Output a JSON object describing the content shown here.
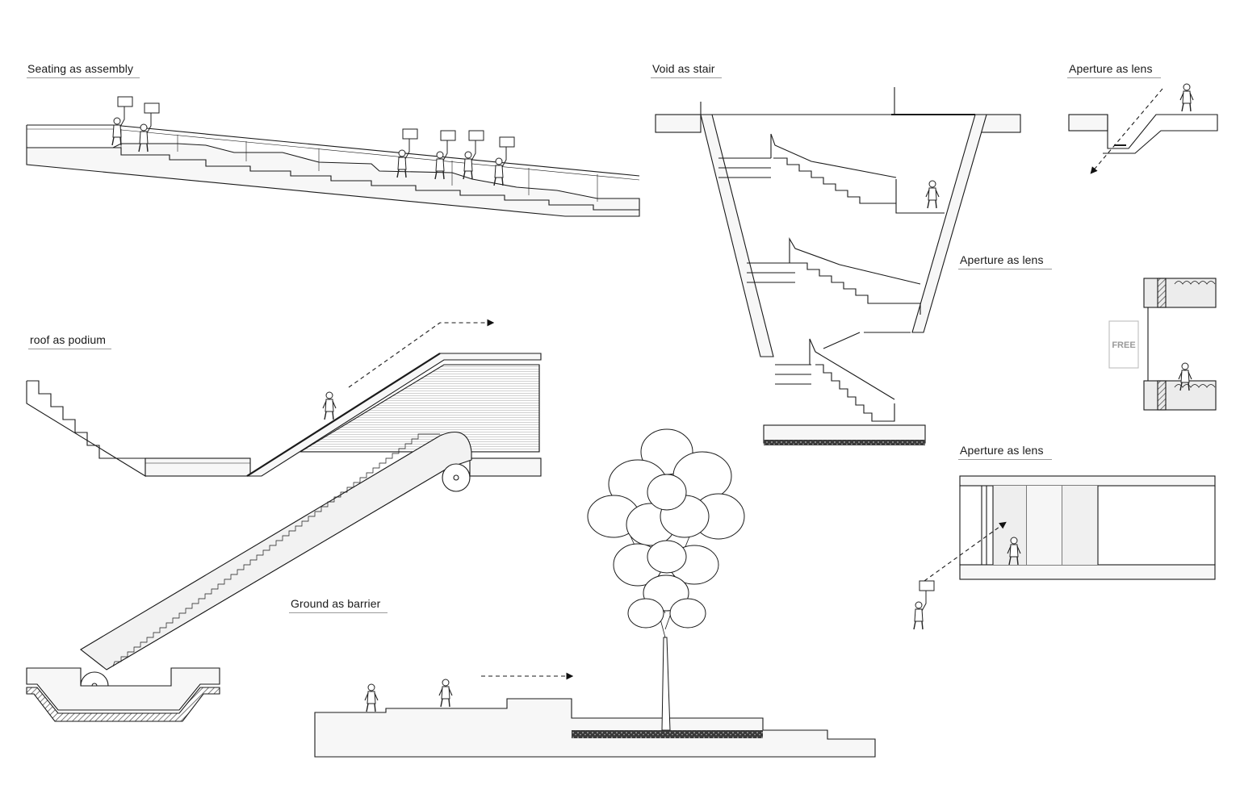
{
  "labels": {
    "seating": "Seating as assembly",
    "void": "Void as stair",
    "aperture_top": "Aperture as lens",
    "aperture_mid": "Aperture as lens",
    "aperture_low": "Aperture as lens",
    "roof": "roof as podium",
    "ground": "Ground as barrier"
  },
  "signs": {
    "free": "FREE"
  },
  "colors": {
    "line": "#1a1a1a",
    "fill_light": "#f4f4f4",
    "fill_mid": "#dcdcdc",
    "hatch": "#555555"
  }
}
